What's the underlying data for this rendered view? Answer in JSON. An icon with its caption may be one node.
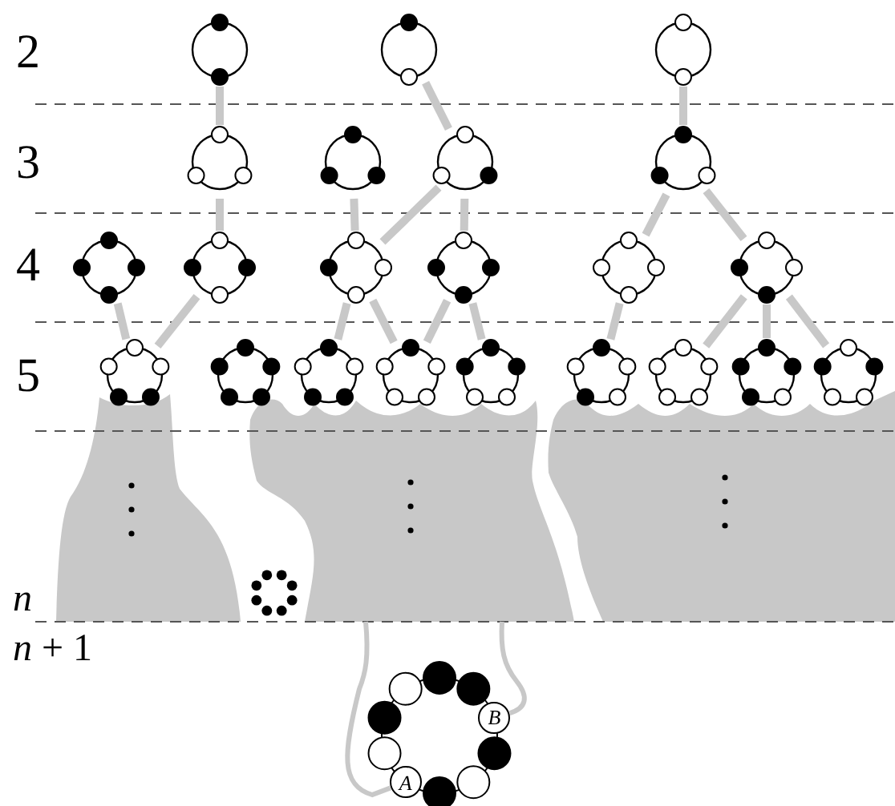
{
  "diagram": {
    "nodes": [
      {
        "text": [],
        "shape": "circle"
      },
      {
        "text": [],
        "shape": "circle"
      },
      {
        "text": [],
        "shape": "circle"
      },
      {
        "text": [],
        "shape": "circle"
      },
      {
        "text": [],
        "shape": "circle"
      },
      {
        "text": [],
        "shape": "circle"
      },
      {
        "text": [],
        "shape": "circle"
      },
      {
        "text": [],
        "shape": "circle"
      },
      {
        "text": [],
        "shape": "circle"
      },
      {
        "text": [],
        "shape": "circle"
      },
      {
        "text": [],
        "shape": "circle"
      },
      {
        "text": [],
        "shape": "circle"
      },
      {
        "text": [],
        "shape": "circle"
      },
      {
        "text": [],
        "shape": "circle"
      },
      {
        "text": [],
        "shape": "circle"
      },
      {
        "text": [],
        "shape": "circle"
      },
      {
        "text": [],
        "shape": "circle"
      },
      {
        "text": [],
        "shape": "circle"
      },
      {
        "text": [],
        "shape": "circle"
      },
      {
        "text": [],
        "shape": "circle"
      },
      {
        "text": [],
        "shape": "circle"
      },
      {
        "text": [],
        "shape": "circle"
      },
      {
        "text": [],
        "shape": "blob"
      },
      {
        "text": [],
        "shape": "blob"
      },
      {
        "text": [],
        "shape": "blob"
      },
      {
        "text": [
          "B"
        ]
      },
      {
        "text": [
          "A"
        ]
      }
    ],
    "edges": [
      {
        "from": 0,
        "to": 3,
        "arrow": "none"
      },
      {
        "from": 3,
        "to": 8,
        "arrow": "none"
      },
      {
        "from": 8,
        "to": 13,
        "arrow": "none"
      },
      {
        "from": 7,
        "to": 13,
        "arrow": "none"
      },
      {
        "from": 1,
        "to": 5,
        "arrow": "none"
      },
      {
        "from": 5,
        "to": 9,
        "arrow": "none"
      },
      {
        "from": 5,
        "to": 10,
        "arrow": "none"
      },
      {
        "from": 4,
        "to": 9,
        "arrow": "none"
      },
      {
        "from": 9,
        "to": 15,
        "arrow": "none"
      },
      {
        "from": 9,
        "to": 16,
        "arrow": "none"
      },
      {
        "from": 10,
        "to": 16,
        "arrow": "none"
      },
      {
        "from": 10,
        "to": 17,
        "arrow": "none"
      },
      {
        "from": 2,
        "to": 6,
        "arrow": "none"
      },
      {
        "from": 6,
        "to": 11,
        "arrow": "none"
      },
      {
        "from": 6,
        "to": 12,
        "arrow": "none"
      },
      {
        "from": 11,
        "to": 18,
        "arrow": "none"
      },
      {
        "from": 12,
        "to": 19,
        "arrow": "none"
      },
      {
        "from": 12,
        "to": 20,
        "arrow": "none"
      },
      {
        "from": 12,
        "to": 21,
        "arrow": "none"
      },
      {
        "from": 23,
        "to": 26,
        "arrow": "none"
      },
      {
        "from": 23,
        "to": 25,
        "arrow": "none"
      }
    ],
    "labels": [
      "2",
      "3",
      "4",
      "5",
      "n",
      "*n* + 1"
    ]
  }
}
